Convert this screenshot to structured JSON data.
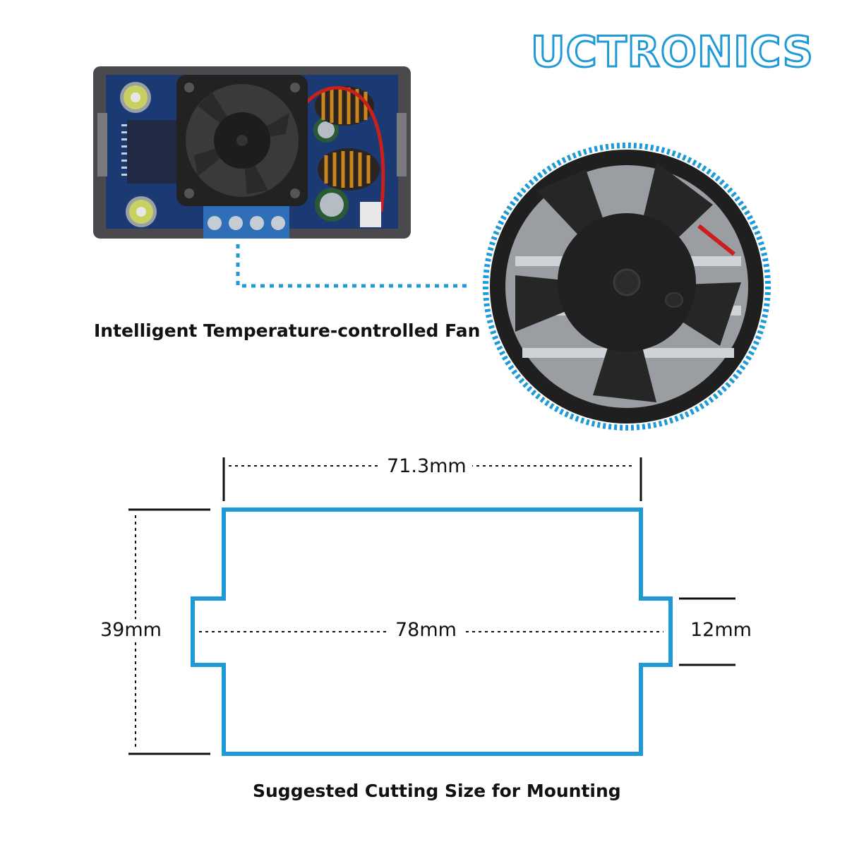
{
  "brand": {
    "name": "UCTRONICS"
  },
  "feature": {
    "caption": "Intelligent Temperature-controlled Fan"
  },
  "mounting": {
    "caption": "Suggested Cutting Size for Mounting",
    "top_width": "71.3mm",
    "full_width": "78mm",
    "height": "39mm",
    "tab_height": "12mm"
  },
  "colors": {
    "accent": "#1f9ad6",
    "board": "#1b3a73",
    "fan": "#222222",
    "case": "#4a4a4e"
  },
  "icons": [
    "fan-icon",
    "circuit-board-image"
  ]
}
